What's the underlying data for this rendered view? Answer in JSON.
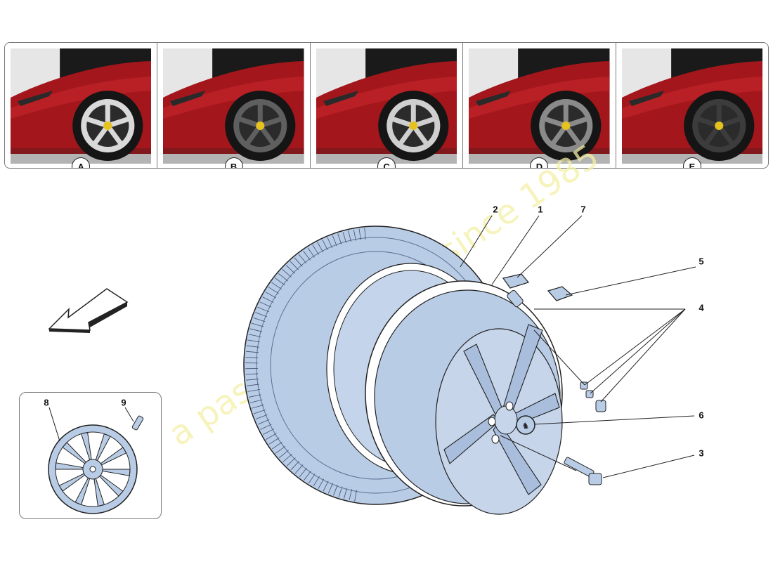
{
  "variants": [
    {
      "label": "A",
      "wheel_color": "#d9d9d9"
    },
    {
      "label": "B",
      "wheel_color": "#5f5f5f"
    },
    {
      "label": "C",
      "wheel_color": "#cfcfcf"
    },
    {
      "label": "D",
      "wheel_color": "#8a8a8a"
    },
    {
      "label": "E",
      "wheel_color": "#3c3c3c"
    }
  ],
  "callouts": {
    "c1": "1",
    "c2": "2",
    "c3": "3",
    "c4": "4",
    "c5": "5",
    "c6": "6",
    "c7": "7",
    "c8": "8",
    "c9": "9"
  },
  "watermark": {
    "text": "a passion for parts since 1985"
  },
  "colors": {
    "part_fill": "#b9cce6",
    "car_red": "#a3171c",
    "line": "#222222"
  }
}
